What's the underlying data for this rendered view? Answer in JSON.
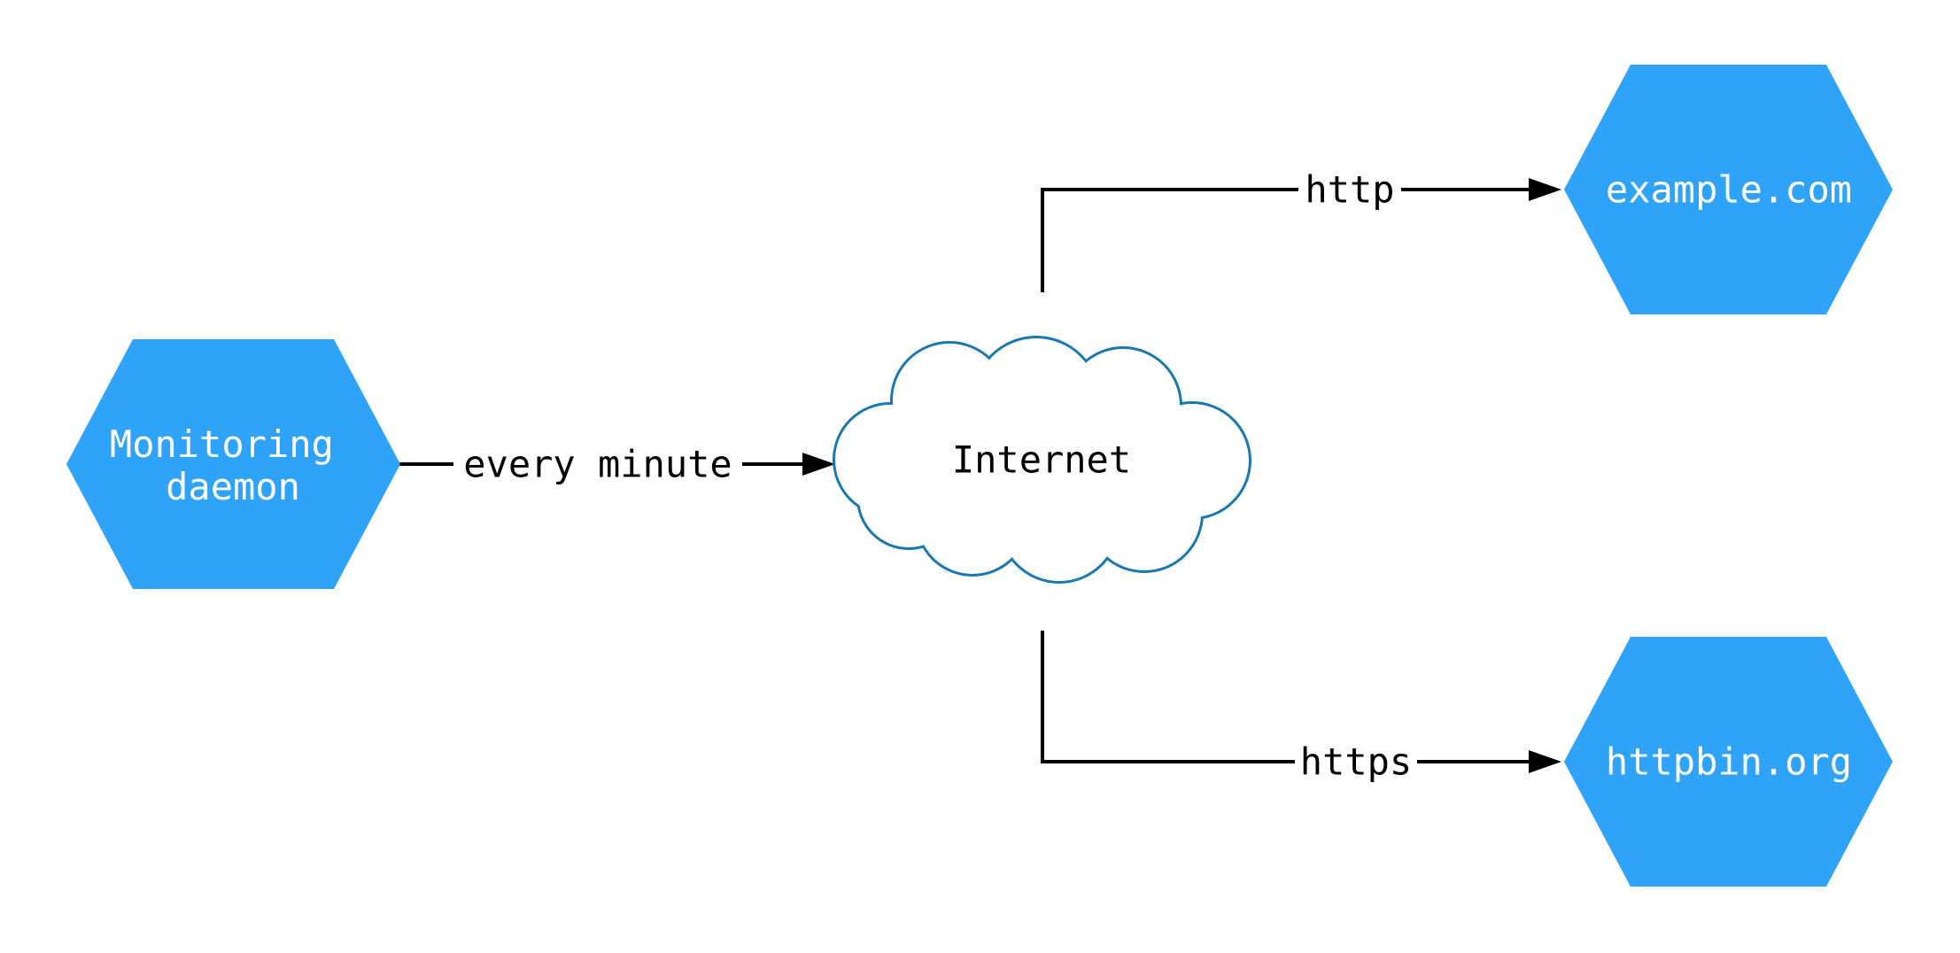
{
  "diagram": {
    "title": "monitoring network diagram",
    "colors": {
      "background": "#ffffff",
      "node_fill": "#2EA3F7",
      "node_text": "#ffffff",
      "cloud_stroke": "#1878B0",
      "cloud_fill": "#ffffff",
      "edge_color": "#000000",
      "edge_label_color": "#000000"
    },
    "nodes": {
      "monitoring_daemon": {
        "shape": "hexagon",
        "label_line1": "Monitoring",
        "label_line2": "daemon"
      },
      "internet": {
        "shape": "cloud",
        "label": "Internet"
      },
      "example_com": {
        "shape": "hexagon",
        "label": "example.com"
      },
      "httpbin_org": {
        "shape": "hexagon",
        "label": "httpbin.org"
      }
    },
    "edges": [
      {
        "from": "monitoring_daemon",
        "to": "internet",
        "label": "every minute"
      },
      {
        "from": "internet",
        "to": "example_com",
        "label": "http"
      },
      {
        "from": "internet",
        "to": "httpbin_org",
        "label": "https"
      }
    ]
  }
}
